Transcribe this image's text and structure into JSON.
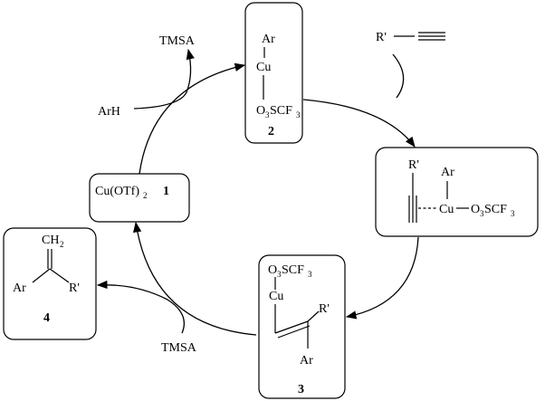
{
  "catalyst": {
    "formula": "Cu(OTf)",
    "subscript": "2",
    "number": "1"
  },
  "intermediate_2": {
    "ar": "Ar",
    "cu": "Cu",
    "triflate": "O",
    "triflate_sub": "3",
    "triflate_rest": "SCF",
    "triflate_sub2": "3",
    "number": "2"
  },
  "complex": {
    "r_prime": "R'",
    "ar": "Ar",
    "cu": "Cu",
    "triflate": "O",
    "triflate_sub": "3",
    "triflate_rest": "SCF",
    "triflate_sub2": "3"
  },
  "intermediate_3": {
    "triflate": "O",
    "triflate_sub": "3",
    "triflate_rest": "SCF",
    "triflate_sub2": "3",
    "cu": "Cu",
    "r_prime": "R'",
    "ar": "Ar",
    "number": "3"
  },
  "product_4": {
    "ch": "CH",
    "ch_sub": "2",
    "ar": "Ar",
    "r_prime": "R'",
    "number": "4"
  },
  "reagents": {
    "tmsa_top": "TMSA",
    "arh": "ArH",
    "alkyne_r": "R'",
    "tmsa_bottom": "TMSA"
  }
}
